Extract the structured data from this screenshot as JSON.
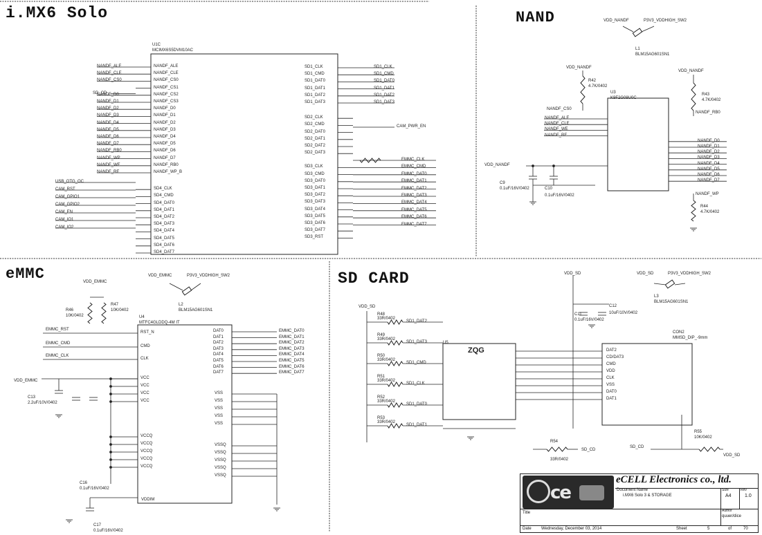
{
  "sections": {
    "imx6": {
      "title": "i.MX6 Solo"
    },
    "nand": {
      "title": "NAND"
    },
    "emmc": {
      "title": "eMMC"
    },
    "sdcard": {
      "title": "SD CARD"
    }
  },
  "imx6": {
    "part_ref": "U1C",
    "part_name": "MCIMX6S5DVM10AC",
    "left_pins": [
      "NANDF_ALE",
      "NANDF_CLE",
      "NANDF_CS0",
      "NANDF_CS1",
      "NANDF_CS2",
      "NANDF_CS3",
      "NANDF_D0",
      "NANDF_D1",
      "NANDF_D2",
      "NANDF_D3",
      "NANDF_D4",
      "NANDF_D5",
      "NANDF_D6",
      "NANDF_D7",
      "NANDF_RB0",
      "NANDF_WP_B",
      "SD4_CLK",
      "SD4_CMD",
      "SD4_DAT0",
      "SD4_DAT1",
      "SD4_DAT2",
      "SD4_DAT3",
      "SD4_DAT4",
      "SD4_DAT5",
      "SD4_DAT6",
      "SD4_DAT7"
    ],
    "left_nets": [
      "NANDF_ALE",
      "NANDF_CLE",
      "NANDF_CS0",
      "SD_CD",
      "NANDF_D0",
      "NANDF_D1",
      "NANDF_D2",
      "NANDF_D3",
      "NANDF_D4",
      "NANDF_D5",
      "NANDF_D6",
      "NANDF_D7",
      "NANDF_RB0",
      "NANDF_WP",
      "NANDF_WE",
      "NANDF_RE",
      "USB_OTG_OC",
      "CAM_RST",
      "CAM_GPIO1",
      "CAM_GPIO2",
      "CAM_EN",
      "CAM_IO1",
      "CAM_IO2"
    ],
    "right_pins": [
      "SD1_CLK",
      "SD1_CMD",
      "SD1_DAT0",
      "SD1_DAT1",
      "SD1_DAT2",
      "SD1_DAT3",
      "SD2_CLK",
      "SD2_CMD",
      "SD2_DAT0",
      "SD2_DAT1",
      "SD2_DAT2",
      "SD2_DAT3",
      "SD3_CLK",
      "SD3_CMD",
      "SD3_DAT0",
      "SD3_DAT1",
      "SD3_DAT2",
      "SD3_DAT3",
      "SD3_DAT4",
      "SD3_DAT5",
      "SD3_DAT6",
      "SD3_DAT7",
      "SD3_RST"
    ],
    "right_nets": [
      "SD1_CLK",
      "SD1_CMD",
      "SD1_DAT0",
      "SD1_DAT1",
      "SD1_DAT2",
      "SD1_DAT3",
      "CAM_PWR_EN",
      "EMMC_CLK",
      "EMMC_CMD",
      "EMMC_DAT0",
      "EMMC_DAT1",
      "EMMC_DAT2",
      "EMMC_DAT3",
      "EMMC_DAT4",
      "EMMC_DAT5",
      "EMMC_DAT6",
      "EMMC_DAT7"
    ]
  },
  "nand": {
    "power_label": "VDD_NANDF",
    "power_src": "P3V3_VDDHIGH_SW2",
    "ferrite": "L1",
    "ferrite_part": "BLM15AG601SN1",
    "r42": "R42",
    "r42_val": "4.7K/0402",
    "r43": "R43",
    "r43_val": "4.7K/0402",
    "r44": "R44",
    "r44_val": "4.7K/0402",
    "chip_ref": "U3",
    "chip_name": "K9F2G08U0C",
    "c9": "C9",
    "c9_val": "0.1uF/16V/0402",
    "c10": "C10",
    "c10_val": "0.1uF/16V/0402",
    "wp_net": "NANDF_WP",
    "cs_net": "NANDF_CS0",
    "rb_net": "NANDF_RB0",
    "nets": [
      "NANDF_ALE",
      "NANDF_CLE",
      "NANDF_WE",
      "NANDF_RE",
      "NANDF_D0",
      "NANDF_D1",
      "NANDF_D2",
      "NANDF_D3",
      "NANDF_D4",
      "NANDF_D5",
      "NANDF_D6",
      "NANDF_D7"
    ]
  },
  "emmc": {
    "power_label": "VDD_EMMC",
    "power_src": "P3V3_VDDHIGH_SW2",
    "ferrite": "L2",
    "ferrite_part": "BLM15AG601SN1",
    "r46": "R46",
    "r46_val": "10K/0402",
    "r47": "R47",
    "r47_val": "10K/0402",
    "chip_ref": "U4",
    "chip_name": "MTFC4GLDDQ-4M IT",
    "left_pins": [
      "RST_N",
      "CMD",
      "CLK"
    ],
    "left_nets": [
      "EMMC_RST",
      "EMMC_CMD",
      "EMMC_CLK"
    ],
    "right_pins": [
      "DAT0",
      "DAT1",
      "DAT2",
      "DAT3",
      "DAT4",
      "DAT5",
      "DAT6",
      "DAT7"
    ],
    "right_nets": [
      "EMMC_DAT0",
      "EMMC_DAT1",
      "EMMC_DAT2",
      "EMMC_DAT3",
      "EMMC_DAT4",
      "EMMC_DAT5",
      "EMMC_DAT6",
      "EMMC_DAT7"
    ],
    "c13": "C13",
    "c13_val": "2.2uF/10V/0402",
    "c16": "C16",
    "c16_val": "0.1uF/16V/0402",
    "c17": "C17",
    "c17_val": "0.1uF/16V/0402",
    "vcc_pins": [
      "VCC",
      "VCC",
      "VCC",
      "VCC",
      "VCCQ",
      "VCCQ",
      "VCCQ",
      "VCCQ",
      "VCCQ"
    ],
    "vss_pins": [
      "VSS",
      "VSS",
      "VSS",
      "VSS",
      "VSS",
      "VSSQ",
      "VSSQ",
      "VSSQ",
      "VSSQ",
      "VSSQ"
    ],
    "vddim": "VDDIM",
    "vdd_label": "VDD_EMMC"
  },
  "sdcard": {
    "vdd_label": "VDD_SD",
    "power_src": "P3V3_VDDHIGH_SW2",
    "ferrite": "L3",
    "ferrite_part": "BLM15AG601SN1",
    "chip_ref": "U5",
    "chip_name": "ZQG",
    "con_ref": "CON2",
    "con_name": "MMSD_DIP_-9mm",
    "resistors": [
      {
        "ref": "R48",
        "val": "33R/0402"
      },
      {
        "ref": "R49",
        "val": "33R/0402"
      },
      {
        "ref": "R50",
        "val": "33R/0402"
      },
      {
        "ref": "R51",
        "val": "33R/0402"
      },
      {
        "ref": "R52",
        "val": "33R/0402"
      },
      {
        "ref": "R53",
        "val": "33R/0402"
      }
    ],
    "r54": "R54",
    "r54_val": "33R/0402",
    "r55": "R55",
    "r55_val": "10K/0402",
    "c11": "C11",
    "c11_val": "0.1uF/16V/0402",
    "c12": "C12",
    "c12_val": "10uF/10V/0402",
    "nets": [
      "SD1_DAT2",
      "SD1_DAT3",
      "SD1_CMD",
      "SD1_CLK",
      "SD1_DAT0",
      "SD1_DAT1"
    ],
    "con_pins": [
      "DAT2",
      "CD/DAT3",
      "CMD",
      "VDD",
      "CLK",
      "VSS",
      "DAT0",
      "DAT1"
    ],
    "cd_net": "SD_CD",
    "det_net": "VDD_SD"
  },
  "titleblock": {
    "company": "eCELL Electronics co., ltd.",
    "doc_label": "Document Name",
    "doc_name": "i.MX6 Solo 3 & STORAGE",
    "size_label": "Size",
    "size": "A4",
    "rev_label": "Rev",
    "rev": "1.0",
    "title_label": "Title",
    "author_label": "Author",
    "author": "quuer/dice",
    "date_label": "Date",
    "date": "Wednesday, December 03, 2014",
    "sheet_label": "Sheet",
    "sheet": "5",
    "of_label": "of",
    "of": "70"
  }
}
